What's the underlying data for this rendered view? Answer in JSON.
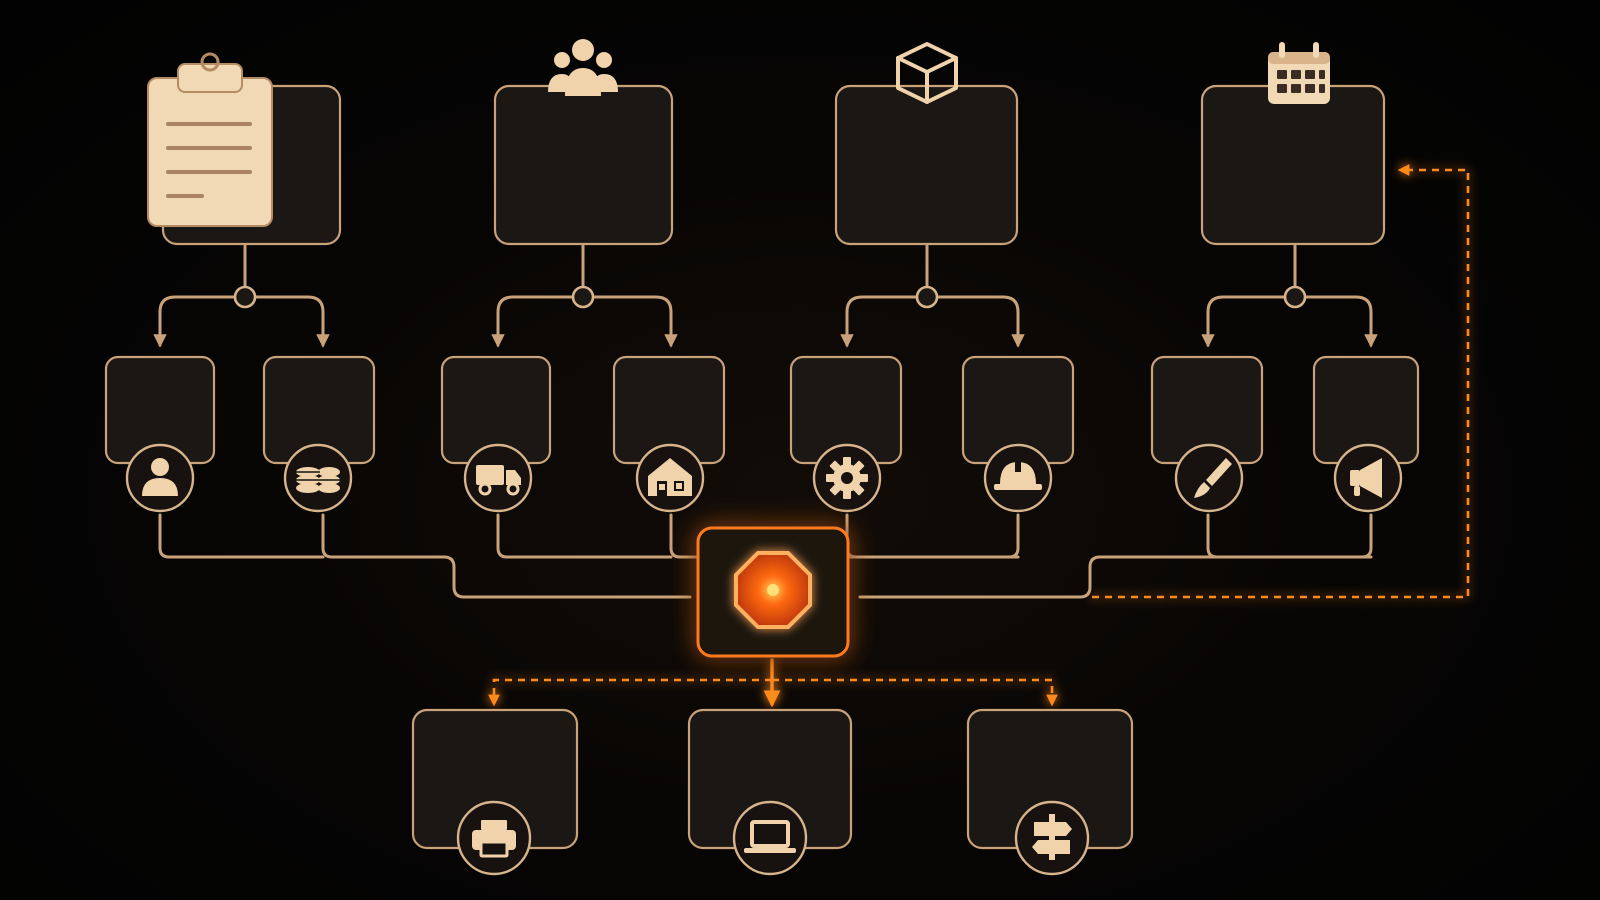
{
  "colors": {
    "background": "#050403",
    "card_stroke": "#c9a27a",
    "accent": "#ff8a1f",
    "icon": "#f0d2ab"
  },
  "diagram": {
    "top_row": [
      {
        "id": "top-1",
        "icon": "clipboard-icon"
      },
      {
        "id": "top-2",
        "icon": "users-icon"
      },
      {
        "id": "top-3",
        "icon": "box-icon"
      },
      {
        "id": "top-4",
        "icon": "calendar-icon"
      }
    ],
    "middle_row": [
      {
        "id": "mid-1",
        "icon": "user-icon"
      },
      {
        "id": "mid-2",
        "icon": "coins-icon"
      },
      {
        "id": "mid-3",
        "icon": "truck-icon"
      },
      {
        "id": "mid-4",
        "icon": "warehouse-icon"
      },
      {
        "id": "mid-5",
        "icon": "gear-icon"
      },
      {
        "id": "mid-6",
        "icon": "hard-hat-icon"
      },
      {
        "id": "mid-7",
        "icon": "brush-icon"
      },
      {
        "id": "mid-8",
        "icon": "megaphone-icon"
      }
    ],
    "center_node": {
      "id": "hub",
      "icon": "stop-octagon-icon"
    },
    "bottom_row": [
      {
        "id": "bot-1",
        "icon": "printer-icon"
      },
      {
        "id": "bot-2",
        "icon": "laptop-icon"
      },
      {
        "id": "bot-3",
        "icon": "signpost-icon"
      }
    ]
  }
}
